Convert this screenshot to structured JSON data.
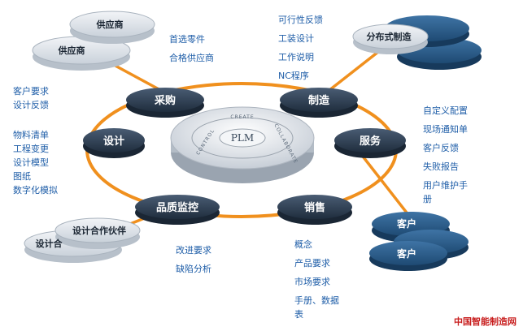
{
  "hub": {
    "title": "PLM",
    "ring_words": [
      "CREATE",
      "COLLABORATE",
      "CONTROL"
    ]
  },
  "nodes": {
    "purchase": "采购",
    "manufacture": "制造",
    "design": "设计",
    "service": "服务",
    "quality": "品质监控",
    "sales": "销售"
  },
  "partners": {
    "supplier_top": "供应商",
    "supplier_bottom": "供应商",
    "distributed_top": "分布式制造",
    "customer_top": "客户",
    "customer_bottom": "客户",
    "design_partner_top": "设计合作伙伴",
    "design_partner_bottom": "设计合"
  },
  "lists": {
    "purchase_items": [
      "首选零件",
      "合格供应商"
    ],
    "manufacture_items": [
      "可行性反馈",
      "工装设计",
      "工作说明",
      "NC程序"
    ],
    "design_items_a": [
      "客户要求",
      "设计反馈"
    ],
    "design_items_b": [
      "物料清单",
      "工程变更",
      "设计模型",
      "图纸",
      "数字化模拟"
    ],
    "service_items": [
      "自定义配置",
      "现场通知单",
      "客户反馈",
      "失败报告",
      "用户维护手",
      "册"
    ],
    "quality_items": [
      "改进要求",
      "缺陷分析"
    ],
    "sales_items": [
      "概念",
      "产品要求",
      "市场要求",
      "手册、数据",
      "表"
    ]
  },
  "watermark": "中国智能制造网",
  "colors": {
    "ring": "#f0901e",
    "node_dark": "#2c3d52",
    "partner_gray": "#e1e6ec",
    "partner_blue": "#2b5a86",
    "text_blue": "#1f5ea8"
  }
}
